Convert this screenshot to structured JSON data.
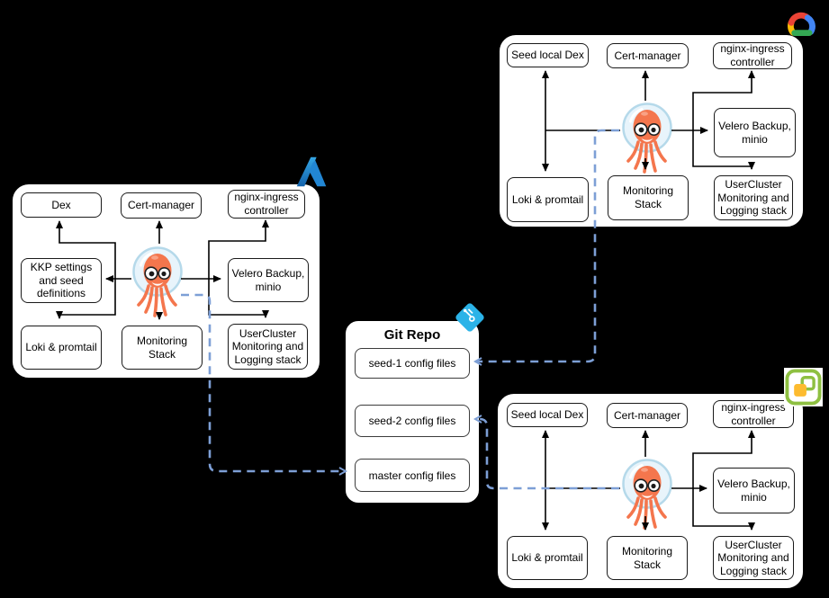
{
  "canvas": {
    "background": "#000000"
  },
  "colors": {
    "dashed_line": "#7d9fd6",
    "solid_line": "#000000",
    "node_border": "#1a1a1a",
    "git_icon_blue": "#2bb3e8",
    "octopus_orange": "#f4764d"
  },
  "icons": {
    "gcp": "google-cloud-icon",
    "azure": "azure-icon",
    "vsphere": "vsphere-icon",
    "git": "git-icon",
    "mascot": "kubermatic-octopus-icon"
  },
  "gcp_cluster": {
    "nodes": {
      "seed_dex": "Seed local Dex",
      "cert_manager": "Cert-manager",
      "nginx": "nginx-ingress controller",
      "velero": "Velero Backup, minio",
      "loki": "Loki & promtail",
      "monitoring": "Monitoring Stack",
      "usercluster": "UserCluster Monitoring and Logging stack"
    }
  },
  "azure_cluster": {
    "nodes": {
      "dex": "Dex",
      "cert_manager": "Cert-manager",
      "nginx": "nginx-ingress controller",
      "kkp": "KKP settings and seed definitions",
      "velero": "Velero Backup, minio",
      "loki": "Loki & promtail",
      "monitoring": "Monitoring Stack",
      "usercluster": "UserCluster Monitoring and Logging stack"
    }
  },
  "vsphere_cluster": {
    "nodes": {
      "seed_dex": "Seed local Dex",
      "cert_manager": "Cert-manager",
      "nginx": "nginx-ingress controller",
      "velero": "Velero Backup, minio",
      "loki": "Loki & promtail",
      "monitoring": "Monitoring Stack",
      "usercluster": "UserCluster Monitoring and Logging stack"
    }
  },
  "git_repo": {
    "title": "Git Repo",
    "items": [
      {
        "label": "seed-1 config files"
      },
      {
        "label": "seed-2 config files"
      },
      {
        "label": "master config files"
      }
    ]
  }
}
